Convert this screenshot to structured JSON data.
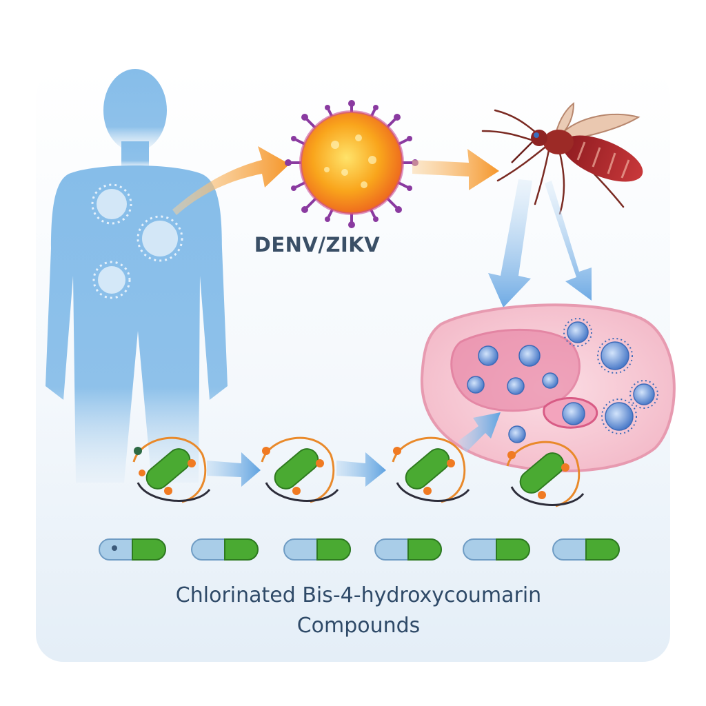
{
  "labels": {
    "virus": "DENV/ZIKV"
  },
  "caption": {
    "line1": "Chlorinated Bis-4-hydroxycoumarin",
    "line2": "Compounds"
  },
  "colors": {
    "human": "#7db7e6",
    "virus_core": "#f7a11b",
    "virus_spike": "#8a3aa0",
    "arrow_orange": "#f59a2e",
    "arrow_blue": "#7db4e6",
    "capsule_green": "#4aaa32",
    "capsule_blue": "#a9cde8",
    "cell": "#f6c7d3",
    "mosquito_body": "#b3262c",
    "text": "#2f4a68"
  },
  "icons": [
    "human-silhouette-icon",
    "virus-icon",
    "mosquito-icon",
    "cell-icon",
    "capsule-icon",
    "molecule-icon"
  ]
}
